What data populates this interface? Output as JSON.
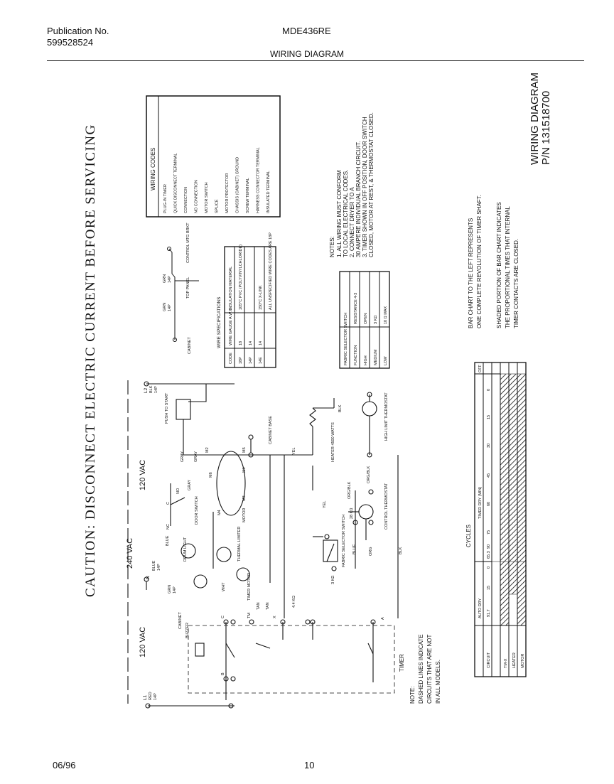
{
  "header": {
    "publication_label": "Publication No.",
    "publication_number": "599528524",
    "model": "MDE436RE",
    "section_title": "WIRING DIAGRAM"
  },
  "footer": {
    "date": "06/96",
    "page": "10"
  },
  "caution": "CAUTION: DISCONNECT ELECTRIC CURRENT BEFORE SERVICING",
  "diagram_id": {
    "title": "WIRING DIAGRAM",
    "part_number": "P/N 131518700"
  },
  "voltage": {
    "v120_left": "120 VAC",
    "v240": "240 VAC",
    "v120_right": "120 VAC"
  },
  "wiring_codes": {
    "title": "WIRING CODES",
    "items": [
      "PLUG-IN TIMER",
      "QUICK DISCONNECT TERMINAL",
      "CONNECTION",
      "NO CONNECTION",
      "MOTOR SWITCH",
      "SPLICE",
      "MOTOR PROTECTOR",
      "CHASSIS (CABINET) GROUND",
      "SCREW TERMINAL",
      "HARNESS CONNECTOR TERMINAL",
      "INSULATED TERMINAL"
    ]
  },
  "notes": {
    "title": "NOTES:",
    "items": [
      "1. ALL WIRING MUST CONFORM TO LOCAL ELECTRICAL CODES.",
      "2. CONNECT DRYER TO A 30 AMPERE INDIVIDUAL BRANCH CIRCUIT.",
      "3. TIMER SHOWN IN OFF POSITION, DOOR SWITCH CLOSED, MOTOR AT REST, & THERMOSTAT CLOSED."
    ]
  },
  "ground": {
    "gnd1": "GRN",
    "gnd1_awg": "14P",
    "gnd2": "GRN",
    "gnd2_awg": "14P",
    "cabinet": "CABINET",
    "top_panel": "TOP PANEL",
    "control_mtg": "CONTROL MTG BRKT"
  },
  "wire_spec": {
    "title": "WIRE SPECIFICATIONS",
    "headers": [
      "CODE",
      "WIRE GAUGE A.W.G.",
      "INSULATION MATERIAL"
    ],
    "rows": [
      [
        "18P",
        "18",
        "105°C PVC (POLYVINYLCHLORIDE)"
      ],
      [
        "14P",
        "14",
        ""
      ],
      [
        "14E",
        "14",
        "150°C X-LINK"
      ]
    ],
    "note": "ALL UNSPECIFIED WIRE CODES ARE 18P"
  },
  "fabric_switch": {
    "title": "FABRIC SELECTOR SWITCH",
    "headers": [
      "FUNCTION",
      "RESISTANCE 4-3"
    ],
    "rows": [
      [
        "HIGH",
        "OPEN"
      ],
      [
        "MEDIUM",
        "3 KΩ"
      ],
      [
        "LOW",
        "10 Ω MAX"
      ]
    ]
  },
  "bar_chart_notes": [
    "BAR CHART TO THE LEFT REPRESENTS ONE COMPLETE REVOLUTION OF TIMER SHAFT.",
    "SHADED PORTION OF BAR CHART INDICATES THE PROPORTIONAL TIMES THAT INTERNAL TIMER CONTACTS ARE CLOSED."
  ],
  "cycles": {
    "title": "CYCLES",
    "auto_dry": "AUTO DRY",
    "timed_dry": "TIMED DRY (MIN)",
    "circuit": "CIRCUIT",
    "off": "OFF",
    "values": [
      "91.7",
      "15",
      "0",
      "65.3",
      "90",
      "75",
      "60",
      "45",
      "30",
      "15",
      "0"
    ],
    "circuits": [
      "TM-X",
      "HEATER",
      "MOTOR"
    ]
  },
  "dashed_note": "NOTE: DASHED LINES INDICATE CIRCUITS THAT ARE NOT IN ALL MODELS.",
  "labels": {
    "l1": "L1",
    "l1_color": "RED",
    "l1_awg": "14P",
    "l2": "L2",
    "l2_color": "BLK",
    "l2_awg": "14P",
    "n": "N",
    "n_color": "BLUE",
    "n_awg": "14P",
    "push_to_start": "PUSH TO START",
    "door_switch": "DOOR SWITCH",
    "drum_light": "DRUM LIGHT",
    "buzzer": "BUZZER",
    "cabinet": "CABINET",
    "grn": "GRN",
    "awg14p": "14P",
    "motor": "MOTOR",
    "thermal_limiter": "THERMAL LIMITER",
    "timer_motor": "TIMER MOTOR",
    "heater": "HEATER 4500 WATTS",
    "high_limit": "HIGH LIMIT THERMOSTAT",
    "control_thermostat": "CONTROL THERMOSTAT",
    "fabric_selector": "FABRIC SELECTOR SWITCH",
    "cabinet_base": "CABINET BASE",
    "timer": "TIMER",
    "gray": "GRAY",
    "blue": "BLUE",
    "yel": "YEL",
    "wht": "WHT",
    "tan": "TAN",
    "blk": "BLK",
    "orgblk": "ORG/BLK",
    "org": "ORG",
    "res_44": "4.4 KΩ",
    "res_3": "3 KΩ",
    "res_28": "28 KΩ",
    "no": "NO",
    "nc": "NC",
    "c": "C",
    "m1": "M1",
    "m2": "M2",
    "m3": "M3",
    "m4": "M4",
    "m5": "M5",
    "m6": "M6",
    "t_c": "C",
    "t_b": "B",
    "t_a": "A",
    "t_x": "X",
    "t_tm": "TM"
  }
}
